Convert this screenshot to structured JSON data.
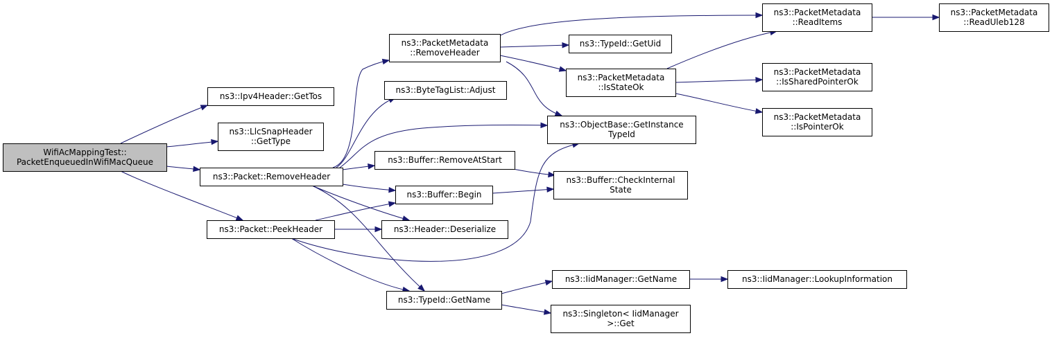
{
  "graph": {
    "colors": {
      "node_border": "#000000",
      "root_fill": "#bfbfbf",
      "node_fill": "#ffffff",
      "edge": "#191970"
    },
    "nodes": [
      {
        "id": "root",
        "lines": [
          "WifiAcMappingTest::",
          "PacketEnqueuedInWifiMacQueue"
        ]
      },
      {
        "id": "ipv4_gettos",
        "lines": [
          "ns3::Ipv4Header::GetTos"
        ]
      },
      {
        "id": "llc_gettype",
        "lines": [
          "ns3::LlcSnapHeader",
          "::GetType"
        ]
      },
      {
        "id": "packet_removeheader",
        "lines": [
          "ns3::Packet::RemoveHeader"
        ]
      },
      {
        "id": "packet_peekheader",
        "lines": [
          "ns3::Packet::PeekHeader"
        ]
      },
      {
        "id": "pm_removeheader",
        "lines": [
          "ns3::PacketMetadata",
          "::RemoveHeader"
        ]
      },
      {
        "id": "btl_adjust",
        "lines": [
          "ns3::ByteTagList::Adjust"
        ]
      },
      {
        "id": "buf_removeatstart",
        "lines": [
          "ns3::Buffer::RemoveAtStart"
        ]
      },
      {
        "id": "buf_begin",
        "lines": [
          "ns3::Buffer::Begin"
        ]
      },
      {
        "id": "hdr_deserialize",
        "lines": [
          "ns3::Header::Deserialize"
        ]
      },
      {
        "id": "typeid_getname",
        "lines": [
          "ns3::TypeId::GetName"
        ]
      },
      {
        "id": "typeid_getuid",
        "lines": [
          "ns3::TypeId::GetUid"
        ]
      },
      {
        "id": "pm_isstateok",
        "lines": [
          "ns3::PacketMetadata",
          "::IsStateOk"
        ]
      },
      {
        "id": "ob_getinstancetypeid",
        "lines": [
          "ns3::ObjectBase::GetInstance",
          "TypeId"
        ]
      },
      {
        "id": "buf_checkinternalstate",
        "lines": [
          "ns3::Buffer::CheckInternal",
          "State"
        ]
      },
      {
        "id": "iid_getname",
        "lines": [
          "ns3::IidManager::GetName"
        ]
      },
      {
        "id": "singleton_get",
        "lines": [
          "ns3::Singleton< IidManager",
          ">::Get"
        ]
      },
      {
        "id": "pm_readitems",
        "lines": [
          "ns3::PacketMetadata",
          "::ReadItems"
        ]
      },
      {
        "id": "pm_issharedpointerok",
        "lines": [
          "ns3::PacketMetadata",
          "::IsSharedPointerOk"
        ]
      },
      {
        "id": "pm_ispointerok",
        "lines": [
          "ns3::PacketMetadata",
          "::IsPointerOk"
        ]
      },
      {
        "id": "iid_lookupinformation",
        "lines": [
          "ns3::IidManager::LookupInformation"
        ]
      },
      {
        "id": "pm_readuleb128",
        "lines": [
          "ns3::PacketMetadata",
          "::ReadUleb128"
        ]
      }
    ],
    "edges": [
      [
        "root",
        "ipv4_gettos"
      ],
      [
        "root",
        "llc_gettype"
      ],
      [
        "root",
        "packet_removeheader"
      ],
      [
        "root",
        "packet_peekheader"
      ],
      [
        "packet_removeheader",
        "pm_removeheader"
      ],
      [
        "packet_removeheader",
        "btl_adjust"
      ],
      [
        "packet_removeheader",
        "ob_getinstancetypeid"
      ],
      [
        "packet_removeheader",
        "buf_removeatstart"
      ],
      [
        "packet_removeheader",
        "buf_begin"
      ],
      [
        "packet_removeheader",
        "hdr_deserialize"
      ],
      [
        "packet_removeheader",
        "typeid_getname"
      ],
      [
        "packet_peekheader",
        "buf_begin"
      ],
      [
        "packet_peekheader",
        "hdr_deserialize"
      ],
      [
        "packet_peekheader",
        "ob_getinstancetypeid"
      ],
      [
        "packet_peekheader",
        "typeid_getname"
      ],
      [
        "pm_removeheader",
        "pm_readitems"
      ],
      [
        "pm_removeheader",
        "typeid_getuid"
      ],
      [
        "pm_removeheader",
        "pm_isstateok"
      ],
      [
        "pm_removeheader",
        "ob_getinstancetypeid"
      ],
      [
        "pm_isstateok",
        "pm_readitems"
      ],
      [
        "pm_isstateok",
        "pm_issharedpointerok"
      ],
      [
        "pm_isstateok",
        "pm_ispointerok"
      ],
      [
        "pm_readitems",
        "pm_readuleb128"
      ],
      [
        "buf_removeatstart",
        "buf_checkinternalstate"
      ],
      [
        "buf_begin",
        "buf_checkinternalstate"
      ],
      [
        "typeid_getname",
        "iid_getname"
      ],
      [
        "typeid_getname",
        "singleton_get"
      ],
      [
        "iid_getname",
        "iid_lookupinformation"
      ]
    ]
  }
}
